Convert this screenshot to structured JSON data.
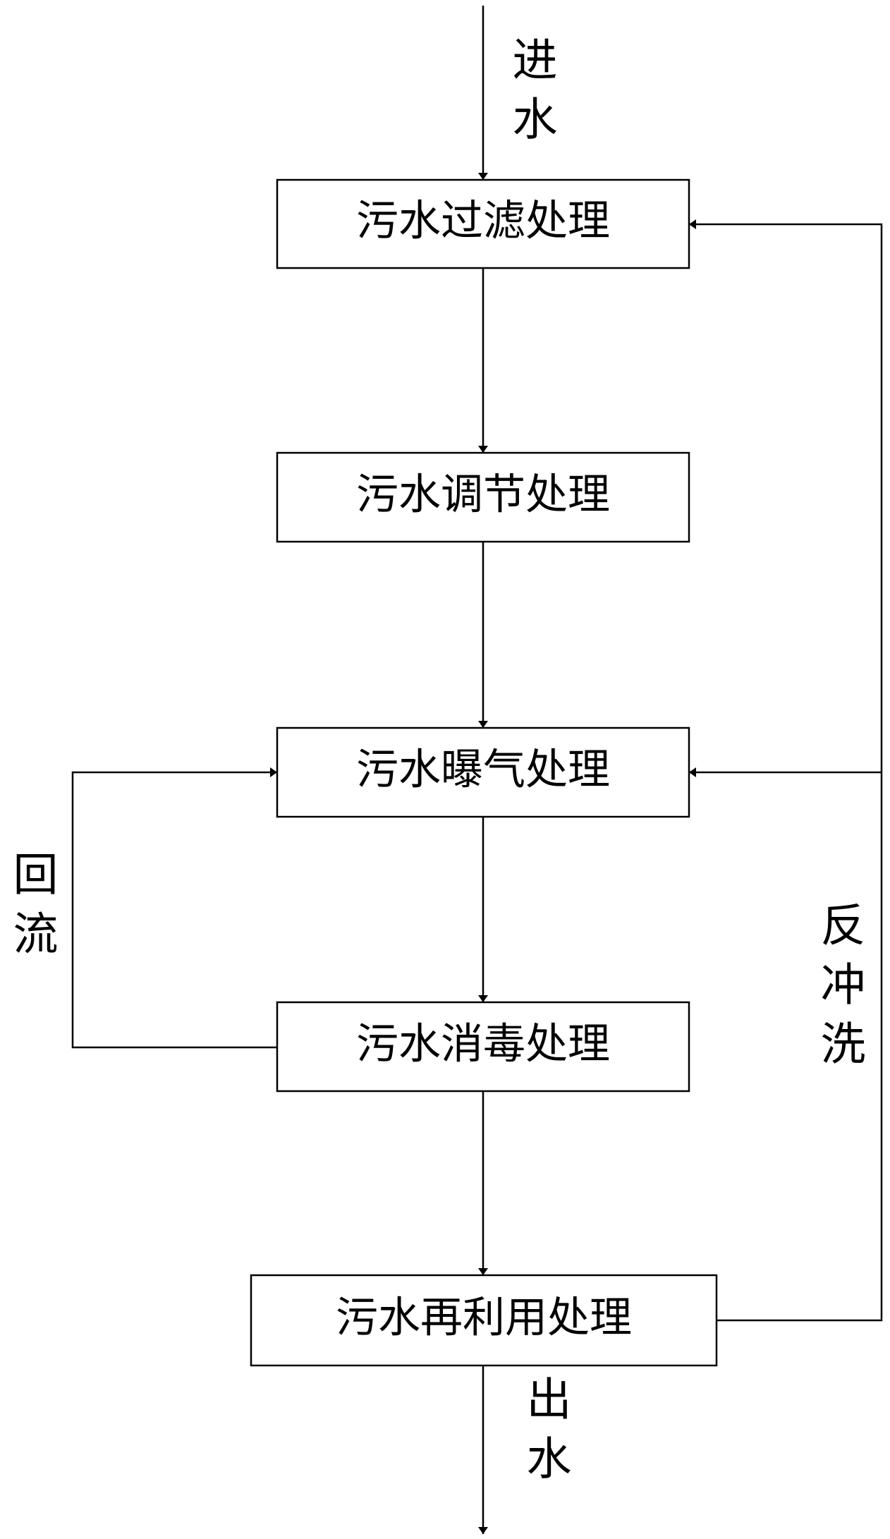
{
  "diagram": {
    "nodes": [
      {
        "id": "filter",
        "label": "污水过滤处理"
      },
      {
        "id": "regulate",
        "label": "污水调节处理"
      },
      {
        "id": "aeration",
        "label": "污水曝气处理"
      },
      {
        "id": "disinfect",
        "label": "污水消毒处理"
      },
      {
        "id": "reuse",
        "label": "污水再利用处理"
      }
    ],
    "edge_labels": {
      "inflow": "进水",
      "outflow": "出水",
      "reflux": "回流",
      "backwash": "反冲洗"
    },
    "colors": {
      "line": "#000000",
      "background": "#ffffff"
    }
  }
}
